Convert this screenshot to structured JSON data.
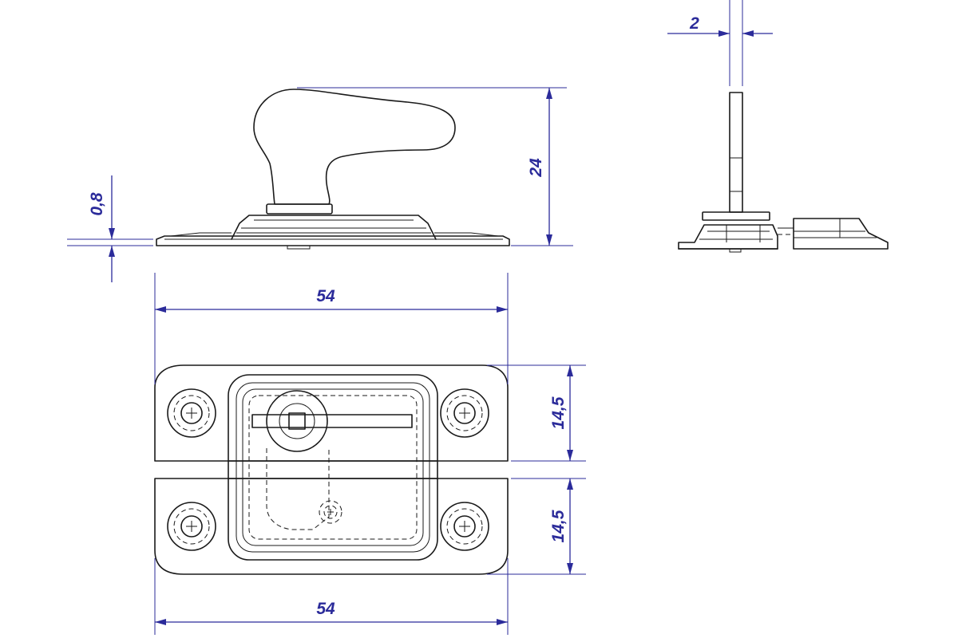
{
  "dimensions": {
    "thickness_base": "0,8",
    "height_total": "24",
    "thickness_lever": "2",
    "width_top_plate": "54",
    "width_bottom_plate": "54",
    "depth_upper_plate": "14,5",
    "depth_lower_plate": "14,5"
  },
  "colors": {
    "dimension": "#2b2b9a",
    "outline": "#1a1a1a"
  }
}
